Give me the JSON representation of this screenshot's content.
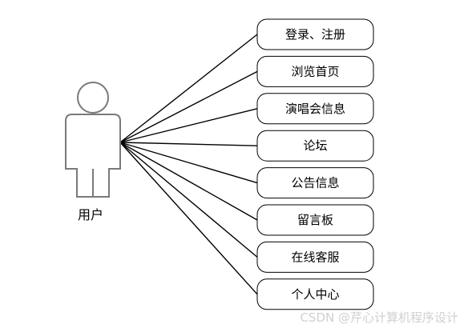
{
  "actor": {
    "label": "用户",
    "icon": "user-actor-icon"
  },
  "use_cases": [
    {
      "label": "登录、注册"
    },
    {
      "label": "浏览首页"
    },
    {
      "label": "演唱会信息"
    },
    {
      "label": "论坛"
    },
    {
      "label": "公告信息"
    },
    {
      "label": "留言板"
    },
    {
      "label": "在线客服"
    },
    {
      "label": "个人中心"
    }
  ],
  "watermark": "CSDN @芹心计算机程序设计"
}
